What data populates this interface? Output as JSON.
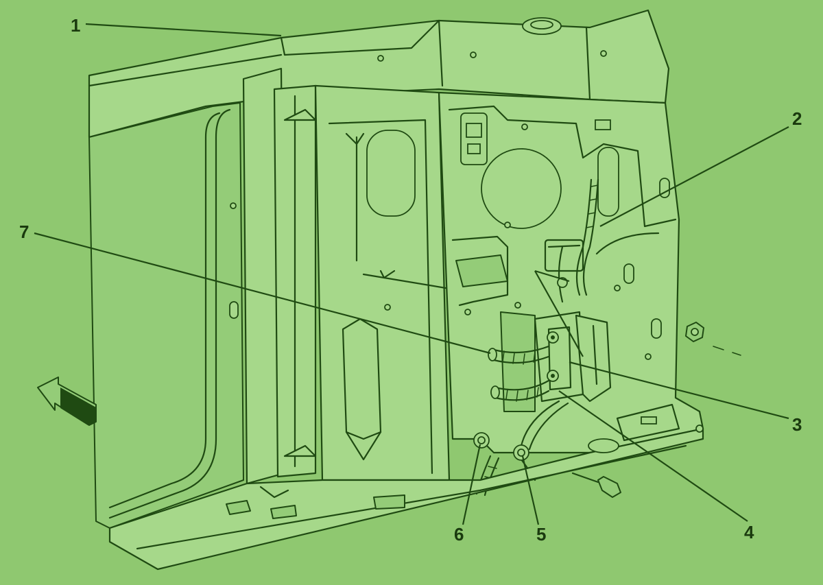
{
  "callouts": [
    {
      "id": "1",
      "text": "1"
    },
    {
      "id": "2",
      "text": "2"
    },
    {
      "id": "3",
      "text": "3"
    },
    {
      "id": "4",
      "text": "4"
    },
    {
      "id": "5",
      "text": "5"
    },
    {
      "id": "6",
      "text": "6"
    },
    {
      "id": "7",
      "text": "7"
    }
  ],
  "colors": {
    "background": "#8fc870",
    "ink": "#1f4a12"
  },
  "icons": {
    "direction": "front-arrow-icon"
  }
}
